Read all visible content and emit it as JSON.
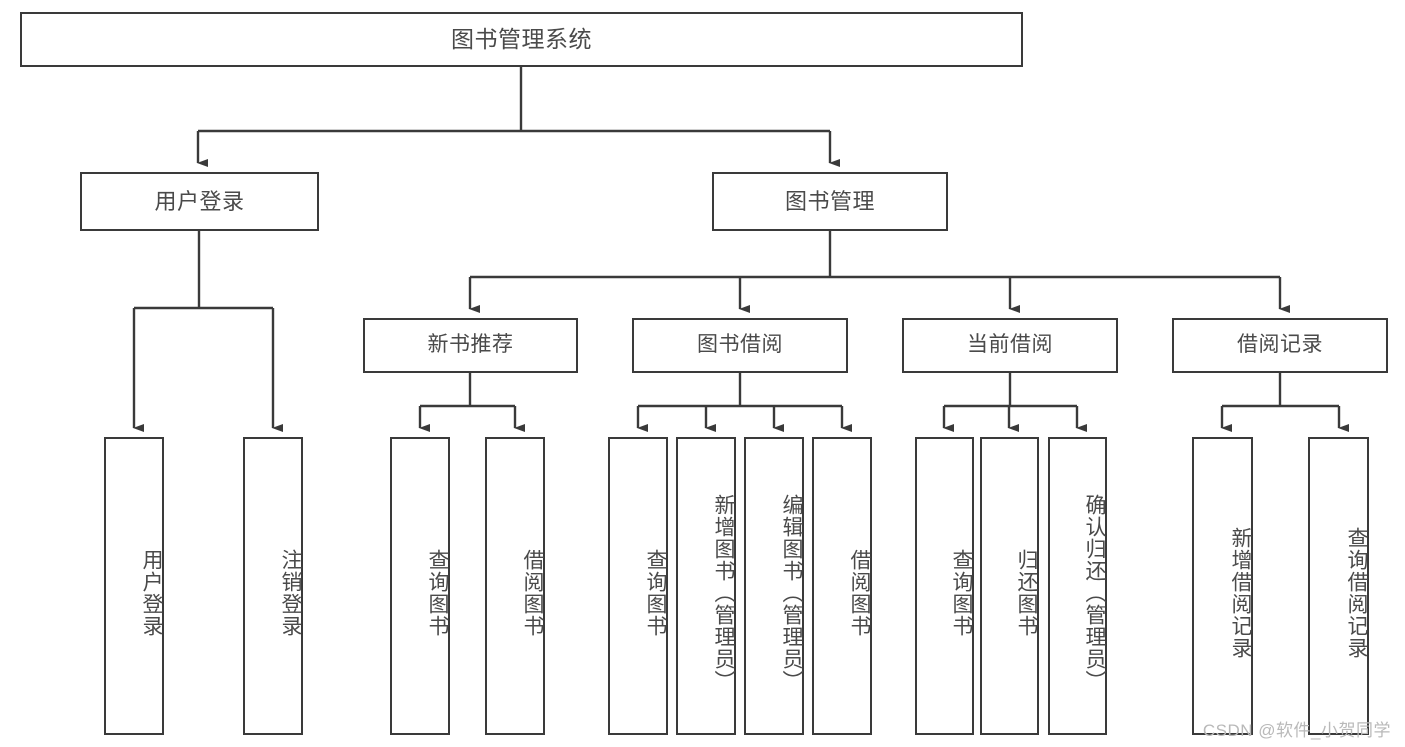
{
  "diagram": {
    "title": "图书管理系统",
    "root": {
      "label": "图书管理系统"
    },
    "level2": [
      {
        "label": "用户登录"
      },
      {
        "label": "图书管理"
      }
    ],
    "level3": [
      {
        "label": "新书推荐"
      },
      {
        "label": "图书借阅"
      },
      {
        "label": "当前借阅"
      },
      {
        "label": "借阅记录"
      }
    ],
    "leaves": {
      "user_login": [
        {
          "label": "用户登录"
        },
        {
          "label": "注销登录"
        }
      ],
      "new_book_recommend": [
        {
          "label": "查询图书"
        },
        {
          "label": "借阅图书"
        }
      ],
      "book_borrow": [
        {
          "label": "查询图书"
        },
        {
          "label": "新增图书（管理员）"
        },
        {
          "label": "编辑图书（管理员）"
        },
        {
          "label": "借阅图书"
        }
      ],
      "current_borrow": [
        {
          "label": "查询图书"
        },
        {
          "label": "归还图书"
        },
        {
          "label": "确认归还（管理员）"
        }
      ],
      "borrow_record": [
        {
          "label": "新增借阅记录"
        },
        {
          "label": "查询借阅记录"
        }
      ]
    },
    "watermark": "CSDN @软件_小贺同学",
    "colors": {
      "stroke": "#3a3a3a",
      "text": "#4a4a4a",
      "background": "#ffffff",
      "watermark": "#b9b9b9"
    }
  }
}
